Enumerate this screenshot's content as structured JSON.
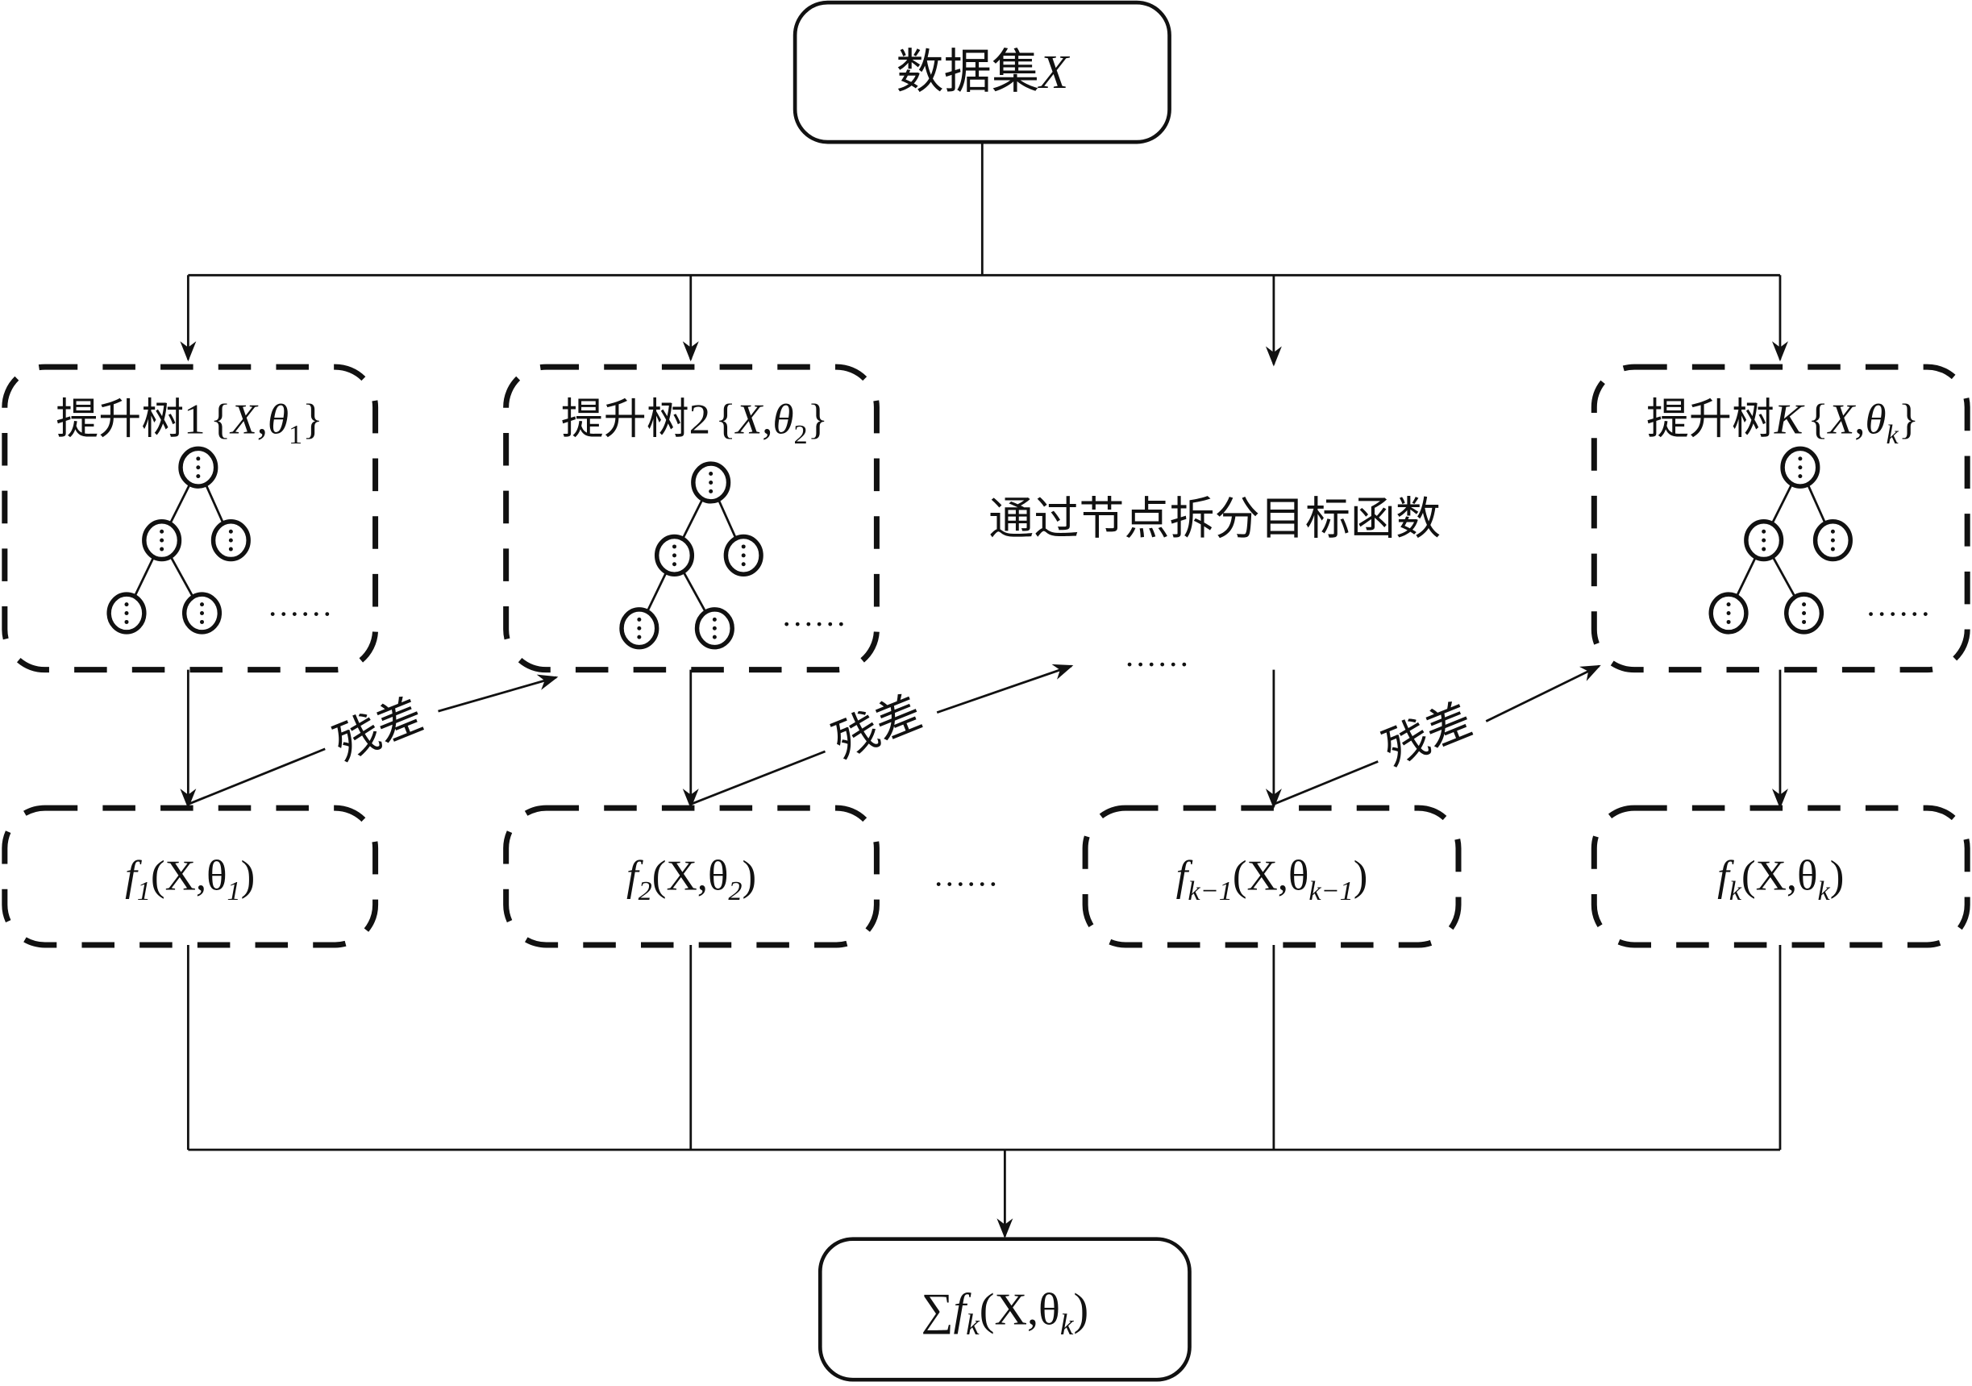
{
  "top": {
    "label": "数据集",
    "var": "X"
  },
  "trees": [
    {
      "prefix": "提升树",
      "index": "1",
      "open": "{",
      "x": "X",
      "theta": "θ",
      "sub": "1",
      "close": "}",
      "ellipsis": "……"
    },
    {
      "prefix": "提升树",
      "index": "2",
      "open": "{",
      "x": "X",
      "theta": "θ",
      "sub": "2",
      "close": "}",
      "ellipsis": "……"
    },
    {
      "prefix": "提升树",
      "index": "K",
      "open": "{",
      "x": "X",
      "theta": "θ",
      "sub": "k",
      "close": "}",
      "ellipsis": "……"
    }
  ],
  "middle": {
    "label": "通过节点拆分目标函数",
    "ellipsis": "……"
  },
  "residual_label": "残差",
  "functions": [
    {
      "f": "f",
      "fsub": "1",
      "open": "(X,θ",
      "tsub": "1",
      "close": ")"
    },
    {
      "f": "f",
      "fsub": "2",
      "open": "(X,θ",
      "tsub": "2",
      "close": ")"
    },
    {
      "f": "f",
      "fsub": "k−1",
      "open": "(X,θ",
      "tsub": "k−1",
      "close": ")"
    },
    {
      "f": "f",
      "fsub": "k",
      "open": "(X,θ",
      "tsub": "k",
      "close": ")"
    }
  ],
  "functions_ellipsis": "……",
  "output": {
    "sum": "∑",
    "f": "f",
    "fsub": "k",
    "open": "(X,θ",
    "tsub": "k",
    "close": ")"
  }
}
